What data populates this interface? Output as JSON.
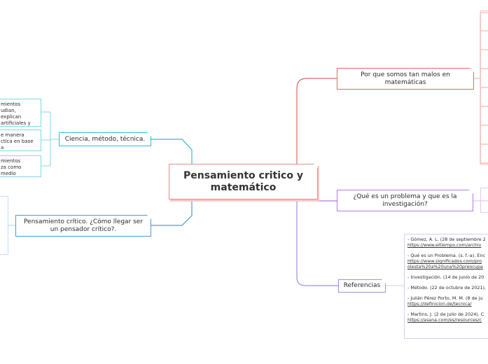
{
  "central": {
    "title": "Pensamiento critico y matemático"
  },
  "branches": {
    "por_que": "Por que somos tan malos en matemáticas",
    "problema": "¿Qué es un problema y que es la investigación?",
    "referencias": "Referencias",
    "ciencia": "Ciencia, método, técnica.",
    "pensamiento": "Pensamiento crítico. ¿Cómo llegar ser un pensador crítico?."
  },
  "ciencia_leaves": [
    {
      "lines": [
        "mientos",
        "udian, explican",
        "artificiales y"
      ]
    },
    {
      "lines": [
        "e manera",
        "ctica en base a"
      ]
    },
    {
      "lines": [
        "mientos",
        "za como medio"
      ]
    }
  ],
  "references": [
    {
      "text": "- Gómez, A. L. (28 de septiembre 2",
      "url": "https://www.eltiempo.com/archiv"
    },
    {
      "text": "- Qué es un Problema. (s. f.-a). Enc",
      "url": "https://www.significados.com/pro",
      "url2": "olesta%20a%20una%20preocupa"
    },
    {
      "text": "- Investigación. (14 de junio de 20"
    },
    {
      "text": "- Método. (22 de octubre de 2021)."
    },
    {
      "text": "- Julián Pérez Porto, M. M. (8 de ju",
      "url": "https://definicion.de/tecnica/"
    },
    {
      "text": "- Martins, J. (2 de julio de 2024). C",
      "url": "https://asana.com/es/resources/c"
    }
  ],
  "colors": {
    "red": "#e06b66",
    "purple": "#b57ad9",
    "lavender": "#9d8fe0",
    "teal": "#2bbfcc",
    "blue": "#4a9ad6"
  }
}
